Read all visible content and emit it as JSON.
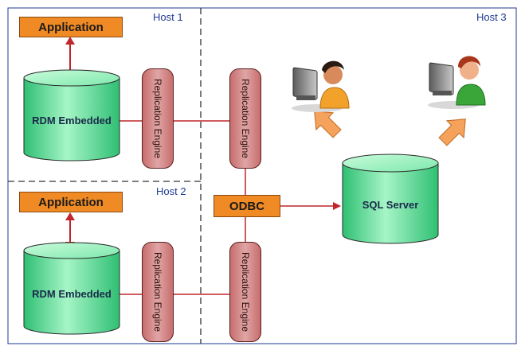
{
  "hosts": [
    {
      "label": "Host 1"
    },
    {
      "label": "Host 2"
    },
    {
      "label": "Host 3"
    }
  ],
  "applications": [
    {
      "label": "Application"
    },
    {
      "label": "Application"
    }
  ],
  "databases": [
    {
      "label": "RDM Embedded"
    },
    {
      "label": "RDM Embedded"
    },
    {
      "label": "SQL Server"
    }
  ],
  "replication_engines": [
    {
      "label": "Replication Engine"
    },
    {
      "label": "Replication Engine"
    },
    {
      "label": "Replication Engine"
    },
    {
      "label": "Replication Engine"
    }
  ],
  "odbc": {
    "label": "ODBC"
  },
  "colors": {
    "border": "#1f3a93",
    "application_fill": "#f08a24",
    "engine_fill": "#d98c8c",
    "database_fill": "#66e0a0",
    "connector": "#c0262c",
    "user_arrow": "#f5a35c"
  },
  "icons": [
    "user-at-computer-icon",
    "user-at-computer-icon"
  ]
}
